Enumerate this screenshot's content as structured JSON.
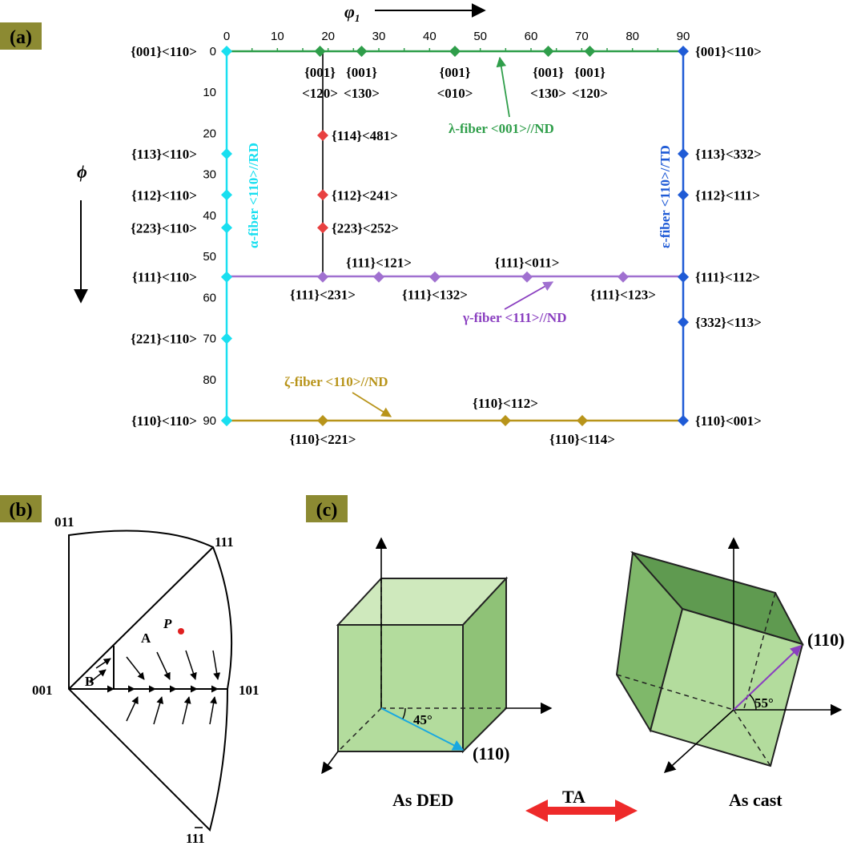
{
  "panels": {
    "a": "(a)",
    "b": "(b)",
    "c": "(c)"
  },
  "axes": {
    "phi1": "φ",
    "phi1_sub": "1",
    "phi": "ϕ"
  },
  "ticks_top": [
    "0",
    "10",
    "20",
    "30",
    "40",
    "50",
    "60",
    "70",
    "80",
    "90"
  ],
  "ticks_left": [
    "0",
    "10",
    "20",
    "30",
    "40",
    "50",
    "60",
    "70",
    "80",
    "90"
  ],
  "left_labels": [
    {
      "t": "{001}<110>",
      "phi": 0
    },
    {
      "t": "{113}<110>",
      "phi": 25
    },
    {
      "t": "{112}<110>",
      "phi": 35
    },
    {
      "t": "{223}<110>",
      "phi": 43
    },
    {
      "t": "{111}<110>",
      "phi": 55
    },
    {
      "t": "{221}<110>",
      "phi": 70
    },
    {
      "t": "{110}<110>",
      "phi": 90
    }
  ],
  "right_labels": [
    {
      "t": "{001}<110>",
      "phi": 0
    },
    {
      "t": "{113}<332>",
      "phi": 25
    },
    {
      "t": "{112}<111>",
      "phi": 35
    },
    {
      "t": "{111}<112>",
      "phi": 55
    },
    {
      "t": "{332}<113>",
      "phi": 66
    },
    {
      "t": "{110}<001>",
      "phi": 90
    }
  ],
  "lambda_labels": [
    {
      "a": "{001}",
      "b": "<120>",
      "phi1": 18.4
    },
    {
      "a": "{001}",
      "b": "<130>",
      "phi1": 26.6
    },
    {
      "a": "{001}",
      "b": "<010>",
      "phi1": 45
    },
    {
      "a": "{001}",
      "b": "<130>",
      "phi1": 63.4
    },
    {
      "a": "{001}",
      "b": "<120>",
      "phi1": 71.6
    }
  ],
  "vertical_labels": [
    {
      "t": "{114}<481>",
      "phi": 20.5
    },
    {
      "t": "{112}<241>",
      "phi": 35
    },
    {
      "t": "{223}<252>",
      "phi": 43
    }
  ],
  "gamma_labels": [
    {
      "t": "{111}<231>",
      "pos": "below",
      "phi1": 13
    },
    {
      "t": "{111}<121>",
      "pos": "above",
      "phi1": 30
    },
    {
      "t": "{111}<132>",
      "pos": "below",
      "phi1": 40
    },
    {
      "t": "{111}<011>",
      "pos": "above",
      "phi1": 60
    },
    {
      "t": "{111}<123>",
      "pos": "below",
      "phi1": 77
    }
  ],
  "zeta_labels": [
    {
      "t": "{110}<221>",
      "pos": "below",
      "phi1": 19
    },
    {
      "t": "{110}<112>",
      "pos": "above",
      "phi1": 55
    },
    {
      "t": "{110}<114>",
      "pos": "below",
      "phi1": 71
    }
  ],
  "fibers": {
    "alpha": "α-fiber  <110>//RD",
    "epsilon": "ε-fiber  <110>//TD",
    "lambda": "λ-fiber  <001>//ND",
    "gamma": "γ-fiber  <111>//ND",
    "zeta": "ζ-fiber  <110>//ND"
  },
  "colors": {
    "alpha": "#19dff0",
    "epsilon": "#1f5bd6",
    "lambda": "#2f9e4a",
    "gamma": "#a070d0",
    "zeta": "#b8941a",
    "vertical": "#e84040",
    "panel_bg": "#8c8a32",
    "cube": "#a6d68c",
    "ta": "#ee2a2a"
  },
  "pole": {
    "v001": "001",
    "v011": "011",
    "v111": "111",
    "v101": "101",
    "v1m11": "11",
    "A": "A",
    "B": "B",
    "P": "P"
  },
  "cubes": {
    "ded_label": "As DED",
    "cast_label": "As cast",
    "angle_ded": "45°",
    "angle_cast": "55°",
    "plane": "(110)",
    "ta": "TA"
  }
}
